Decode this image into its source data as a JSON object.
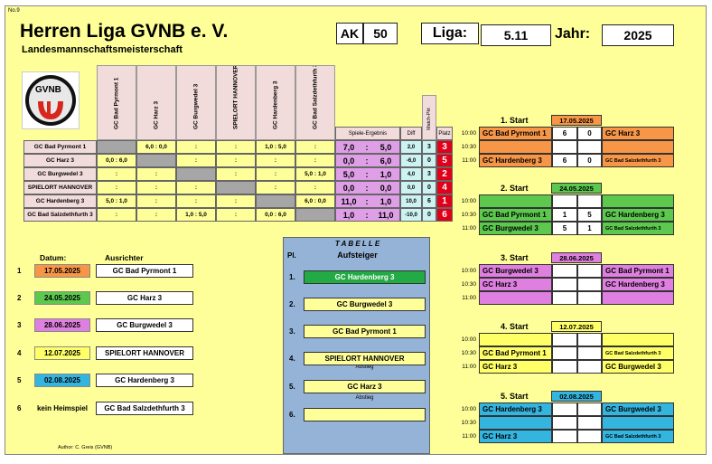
{
  "sheet_no": "No.9",
  "title": "Herren Liga GVNB e. V.",
  "subtitle": "Landesmannschaftsmeisterschaft",
  "ak_label": "AK",
  "ak_value": "50",
  "liga_label": "Liga:",
  "liga_value": "5.11",
  "jahr_label": "Jahr:",
  "jahr_value": "2025",
  "logo_text": "GVNB",
  "headers": {
    "spiele": "Spiele-Ergebnis",
    "diff": "Diff",
    "match": "Match-Pkt",
    "platz": "Platz"
  },
  "columns": [
    "GC Bad Pyrmont 1",
    "GC Harz 3",
    "GC Burgwedel 3",
    "SPIELORT HANNOVER",
    "GC Hardenberg 3",
    "GC Bad Salzdethfurth 3"
  ],
  "rows": [
    {
      "name": "GC Bad Pyrmont 1",
      "cells": [
        "",
        "6,0 : 0,0",
        ":",
        ":",
        "1,0 : 5,0",
        ":"
      ],
      "e1": "7,0",
      "e2": "5,0",
      "diff": "2,0",
      "mp": "3",
      "platz": "3"
    },
    {
      "name": "GC Harz 3",
      "cells": [
        "0,0 : 6,0",
        "",
        ":",
        ":",
        ":",
        ":"
      ],
      "e1": "0,0",
      "e2": "6,0",
      "diff": "-6,0",
      "mp": "0",
      "platz": "5"
    },
    {
      "name": "GC Burgwedel 3",
      "cells": [
        ":",
        ":",
        "",
        ":",
        ":",
        "5,0 : 1,0"
      ],
      "e1": "5,0",
      "e2": "1,0",
      "diff": "4,0",
      "mp": "3",
      "platz": "2"
    },
    {
      "name": "SPIELORT HANNOVER",
      "cells": [
        ":",
        ":",
        ":",
        "",
        ":",
        ":"
      ],
      "e1": "0,0",
      "e2": "0,0",
      "diff": "0,0",
      "mp": "0",
      "platz": "4"
    },
    {
      "name": "GC Hardenberg 3",
      "cells": [
        "5,0 : 1,0",
        ":",
        ":",
        ":",
        "",
        "6,0 : 0,0"
      ],
      "e1": "11,0",
      "e2": "1,0",
      "diff": "10,0",
      "mp": "6",
      "platz": "1"
    },
    {
      "name": "GC Bad Salzdethfurth 3",
      "cells": [
        ":",
        ":",
        "1,0 : 5,0",
        ":",
        "0,0 : 6,0",
        ""
      ],
      "e1": "1,0",
      "e2": "11,0",
      "diff": "-10,0",
      "mp": "0",
      "platz": "6"
    }
  ],
  "schedule_headers": {
    "datum": "Datum:",
    "ausrichter": "Ausrichter"
  },
  "schedule": [
    {
      "n": "1",
      "date": "17.05.2025",
      "host": "GC Bad Pyrmont 1",
      "color": "#f79646"
    },
    {
      "n": "2",
      "date": "24.05.2025",
      "host": "GC Harz 3",
      "color": "#5cc84e"
    },
    {
      "n": "3",
      "date": "28.06.2025",
      "host": "GC Burgwedel 3",
      "color": "#df7fe0"
    },
    {
      "n": "4",
      "date": "12.07.2025",
      "host": "SPIELORT HANNOVER",
      "color": "#ffff66"
    },
    {
      "n": "5",
      "date": "02.08.2025",
      "host": "GC Hardenberg 3",
      "color": "#33b5e0"
    },
    {
      "n": "6",
      "date": "kein Heimspiel",
      "host": "GC Bad Salzdethfurth 3",
      "color": ""
    }
  ],
  "tabelle": {
    "title": "T A B E L L E",
    "pl_label": "Pl.",
    "aufsteiger": "Aufsteiger",
    "abstieg1": "Abstieg",
    "abstieg2": "Abstieg",
    "places": [
      {
        "n": "1.",
        "team": "GC Hardenberg 3"
      },
      {
        "n": "2.",
        "team": "GC Burgwedel 3"
      },
      {
        "n": "3.",
        "team": "GC Bad Pyrmont 1"
      },
      {
        "n": "4.",
        "team": "SPIELORT HANNOVER"
      },
      {
        "n": "5.",
        "team": "GC Harz 3"
      },
      {
        "n": "6.",
        "team": ""
      }
    ]
  },
  "starts": [
    {
      "title": "1. Start",
      "date": "17.05.2025",
      "color": "#f79646",
      "games": [
        {
          "time": "10:00",
          "home": "GC Bad Pyrmont 1",
          "s1": "6",
          "s2": "0",
          "away": "GC Harz 3",
          "small": false
        },
        {
          "time": "10:30",
          "home": "",
          "s1": "",
          "s2": "",
          "away": "",
          "small": false
        },
        {
          "time": "11:00",
          "home": "GC Hardenberg 3",
          "s1": "6",
          "s2": "0",
          "away": "GC Bad Salzdethfurth 3",
          "small": true
        }
      ]
    },
    {
      "title": "2. Start",
      "date": "24.05.2025",
      "color": "#5cc84e",
      "games": [
        {
          "time": "10:00",
          "home": "",
          "s1": "",
          "s2": "",
          "away": "",
          "small": false
        },
        {
          "time": "10:30",
          "home": "GC Bad Pyrmont 1",
          "s1": "1",
          "s2": "5",
          "away": "GC Hardenberg 3",
          "small": false
        },
        {
          "time": "11:00",
          "home": "GC Burgwedel 3",
          "s1": "5",
          "s2": "1",
          "away": "GC Bad Salzdethfurth 3",
          "small": true
        }
      ]
    },
    {
      "title": "3. Start",
      "date": "28.06.2025",
      "color": "#df7fe0",
      "games": [
        {
          "time": "10:00",
          "home": "GC Burgwedel 3",
          "s1": "",
          "s2": "",
          "away": "GC Bad Pyrmont 1",
          "small": false
        },
        {
          "time": "10:30",
          "home": "GC Harz 3",
          "s1": "",
          "s2": "",
          "away": "GC Hardenberg 3",
          "small": false
        },
        {
          "time": "11:00",
          "home": "",
          "s1": "",
          "s2": "",
          "away": "",
          "small": false
        }
      ]
    },
    {
      "title": "4. Start",
      "date": "12.07.2025",
      "color": "#ffff66",
      "games": [
        {
          "time": "10:00",
          "home": "",
          "s1": "",
          "s2": "",
          "away": "",
          "small": false
        },
        {
          "time": "10:30",
          "home": "GC Bad Pyrmont 1",
          "s1": "",
          "s2": "",
          "away": "GC Bad Salzdethfurth 3",
          "small": true
        },
        {
          "time": "11:00",
          "home": "GC Harz 3",
          "s1": "",
          "s2": "",
          "away": "GC Burgwedel 3",
          "small": false
        }
      ]
    },
    {
      "title": "5. Start",
      "date": "02.08.2025",
      "color": "#33b5e0",
      "games": [
        {
          "time": "10:00",
          "home": "GC Hardenberg 3",
          "s1": "",
          "s2": "",
          "away": "GC Burgwedel 3",
          "small": false
        },
        {
          "time": "10:30",
          "home": "",
          "s1": "",
          "s2": "",
          "away": "",
          "small": false
        },
        {
          "time": "11:00",
          "home": "GC Harz 3",
          "s1": "",
          "s2": "",
          "away": "GC Bad Salzdethfurth 3",
          "small": true
        }
      ]
    }
  ],
  "author": "Author: C. Greis (GVNB)"
}
